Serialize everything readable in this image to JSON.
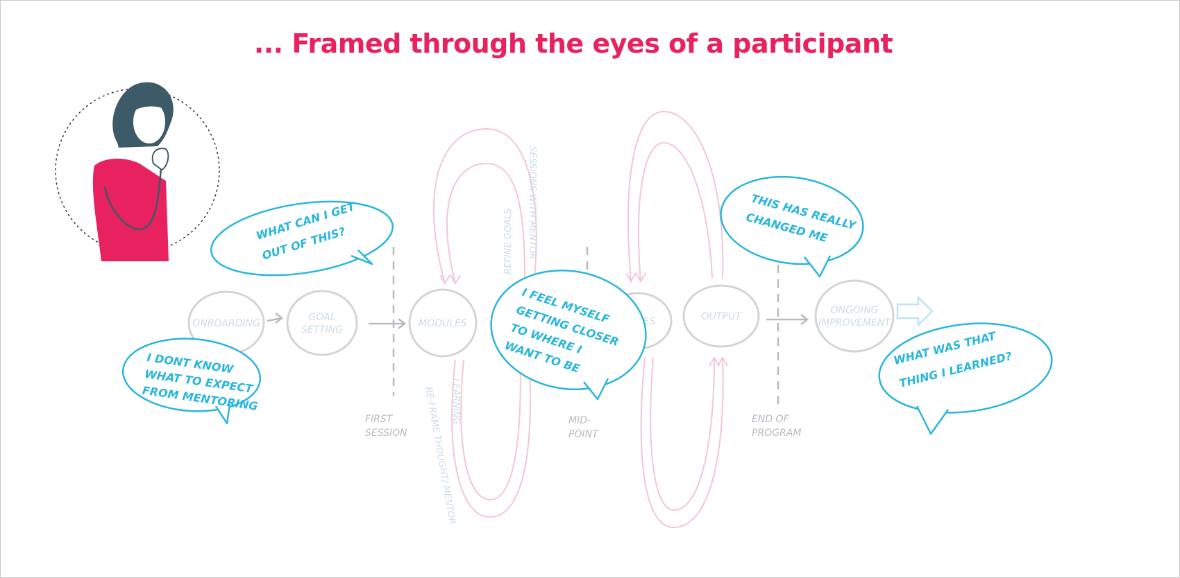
{
  "title": "... Framed through the eyes of a participant",
  "colors": {
    "accent": "#e8215f",
    "bubble": "#29b6dd",
    "stage_circle": "#d4d4d6",
    "stage_text": "#c9dde5",
    "loop": "#f5c6d2",
    "marker": "#b9b9c2",
    "skin": "#ffffff",
    "hair": "#3d5a68"
  },
  "participant": {
    "icon": "person-thinking-icon"
  },
  "stages": [
    {
      "id": "onboarding",
      "lines": [
        "ONBOARDING"
      ]
    },
    {
      "id": "goal-setting",
      "lines": [
        "GOAL",
        "SETTING"
      ]
    },
    {
      "id": "modules",
      "lines": [
        "MODULES"
      ]
    },
    {
      "id": "modules-2",
      "lines": [
        "…ULES"
      ]
    },
    {
      "id": "output",
      "lines": [
        "OUTPUT"
      ]
    },
    {
      "id": "ongoing-improvement",
      "lines": [
        "ONGOING",
        "IMPROVEMENT"
      ]
    }
  ],
  "markers": [
    {
      "id": "first-session",
      "lines": [
        "FIRST",
        "SESSION"
      ]
    },
    {
      "id": "mid-point",
      "lines": [
        "MID-",
        "POINT"
      ]
    },
    {
      "id": "end-of-program",
      "lines": [
        "END OF",
        "PROGRAM"
      ]
    }
  ],
  "loop_labels": [
    {
      "id": "refine-goals",
      "text": "REFINE GOALS"
    },
    {
      "id": "sessions-with-mentor",
      "text": "SESSIONS WITH MENTOR"
    },
    {
      "id": "learning",
      "text": "LEARNING"
    },
    {
      "id": "reframe-thoughts",
      "text": "RE-FRAME THOUGHT/ MENTOR"
    }
  ],
  "bubbles": [
    {
      "id": "what-can-i-get",
      "lines": [
        "WHAT CAN I GET",
        "OUT OF THIS?"
      ]
    },
    {
      "id": "dont-know",
      "lines": [
        "I DONT KNOW",
        "WHAT TO EXPECT",
        "FROM MENTORING"
      ]
    },
    {
      "id": "closer",
      "lines": [
        "I FEEL MYSELF",
        "GETTING CLOSER",
        "TO WHERE I",
        "WANT TO BE"
      ]
    },
    {
      "id": "changed",
      "lines": [
        "THIS HAS REALLY",
        "CHANGED ME"
      ]
    },
    {
      "id": "what-was",
      "lines": [
        "WHAT WAS THAT",
        "THING I LEARNED?"
      ]
    }
  ]
}
